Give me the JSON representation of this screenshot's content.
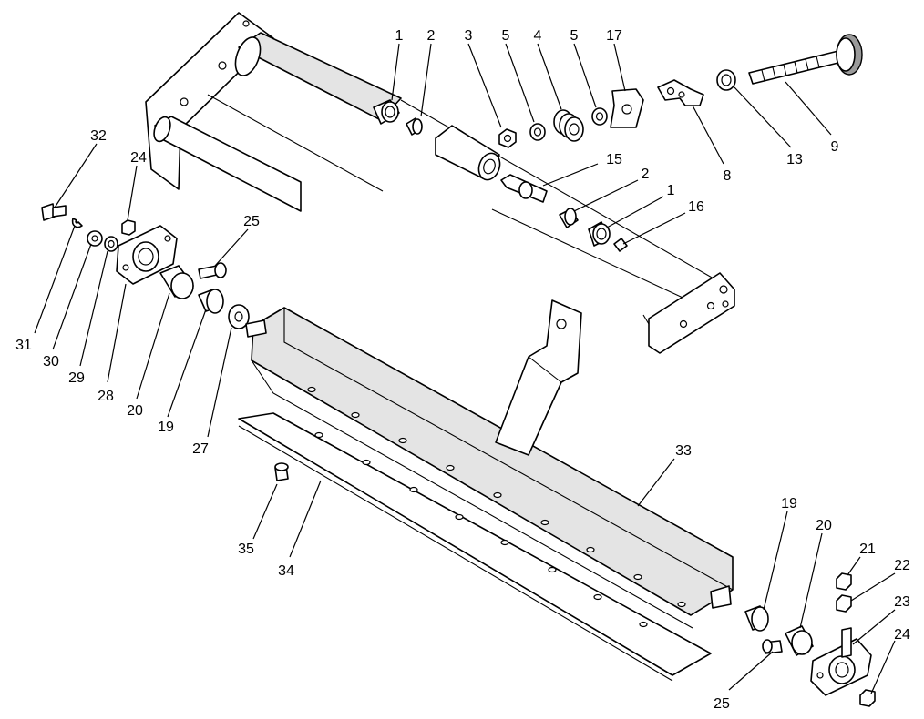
{
  "diagram": {
    "type": "exploded-parts-view",
    "callouts": [
      {
        "id": "c1a",
        "label": "1"
      },
      {
        "id": "c2a",
        "label": "2"
      },
      {
        "id": "c3",
        "label": "3"
      },
      {
        "id": "c5a",
        "label": "5"
      },
      {
        "id": "c4",
        "label": "4"
      },
      {
        "id": "c5b",
        "label": "5"
      },
      {
        "id": "c17",
        "label": "17"
      },
      {
        "id": "c9",
        "label": "9"
      },
      {
        "id": "c13",
        "label": "13"
      },
      {
        "id": "c8",
        "label": "8"
      },
      {
        "id": "c15",
        "label": "15"
      },
      {
        "id": "c2b",
        "label": "2"
      },
      {
        "id": "c1b",
        "label": "1"
      },
      {
        "id": "c16",
        "label": "16"
      },
      {
        "id": "c32",
        "label": "32"
      },
      {
        "id": "c24a",
        "label": "24"
      },
      {
        "id": "c25a",
        "label": "25"
      },
      {
        "id": "c31",
        "label": "31"
      },
      {
        "id": "c30",
        "label": "30"
      },
      {
        "id": "c29",
        "label": "29"
      },
      {
        "id": "c28",
        "label": "28"
      },
      {
        "id": "c20a",
        "label": "20"
      },
      {
        "id": "c19a",
        "label": "19"
      },
      {
        "id": "c27",
        "label": "27"
      },
      {
        "id": "c33",
        "label": "33"
      },
      {
        "id": "c35",
        "label": "35"
      },
      {
        "id": "c34",
        "label": "34"
      },
      {
        "id": "c19b",
        "label": "19"
      },
      {
        "id": "c20b",
        "label": "20"
      },
      {
        "id": "c21",
        "label": "21"
      },
      {
        "id": "c22",
        "label": "22"
      },
      {
        "id": "c23",
        "label": "23"
      },
      {
        "id": "c24b",
        "label": "24"
      },
      {
        "id": "c25b",
        "label": "25"
      }
    ]
  }
}
